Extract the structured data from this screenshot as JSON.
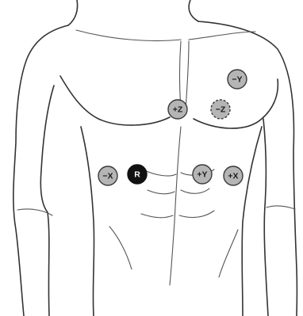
{
  "figure": {
    "colors": {
      "outline": "#333333",
      "electrode_fill": "#b5b5b5",
      "electrode_stroke": "#3a3a3a",
      "electrode_text": "#1a1a1a",
      "reference_fill": "#111111",
      "reference_text": "#ffffff"
    },
    "electrodes": [
      {
        "id": "neg-y",
        "label": "−Y",
        "style": "solid"
      },
      {
        "id": "pos-z",
        "label": "+Z",
        "style": "solid"
      },
      {
        "id": "neg-z",
        "label": "−Z",
        "style": "dashed"
      },
      {
        "id": "neg-x",
        "label": "−X",
        "style": "solid"
      },
      {
        "id": "ref",
        "label": "R",
        "style": "reference"
      },
      {
        "id": "pos-y",
        "label": "+Y",
        "style": "solid"
      },
      {
        "id": "pos-x",
        "label": "+X",
        "style": "solid"
      }
    ]
  }
}
